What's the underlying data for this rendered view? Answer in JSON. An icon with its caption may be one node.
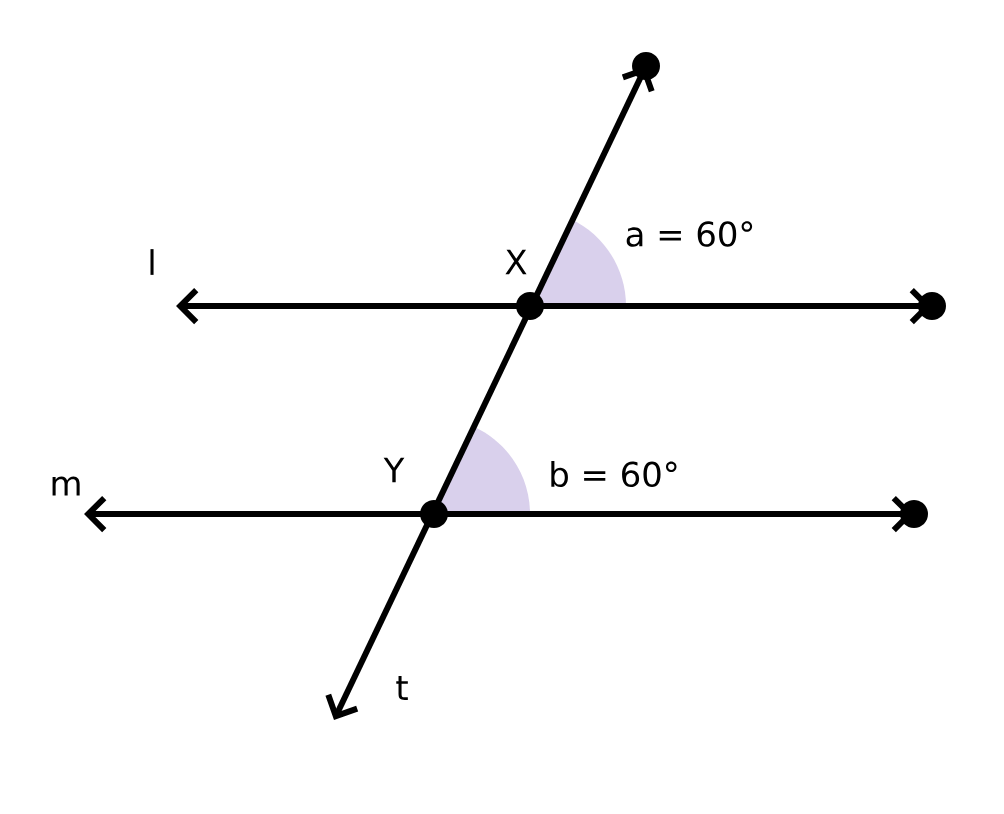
{
  "diagram": {
    "labels": [
      "l",
      "X",
      "a = 60°",
      "m",
      "Y",
      "b = 60°",
      "t"
    ]
  }
}
